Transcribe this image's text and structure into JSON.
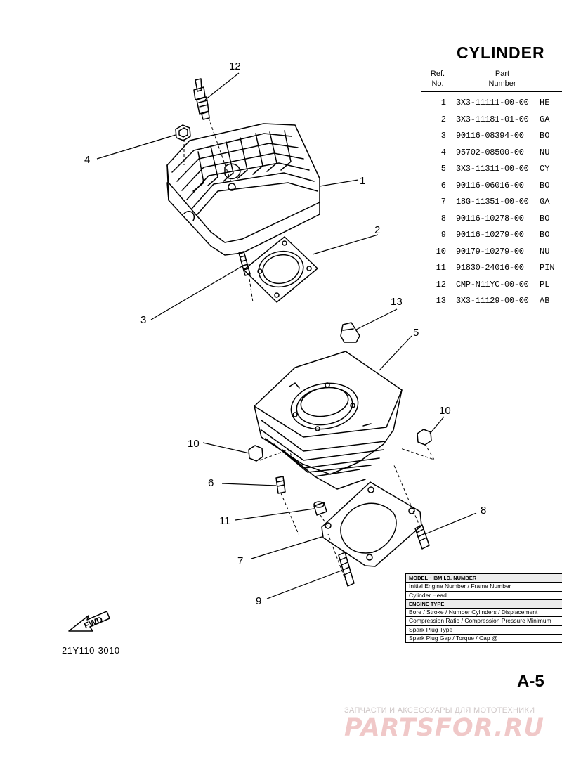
{
  "title": "CYLINDER",
  "table_header": {
    "ref_line1": "Ref.",
    "ref_line2": "No.",
    "part_line1": "Part",
    "part_line2": "Number"
  },
  "parts": [
    {
      "ref": "1",
      "part_number": "3X3-11111-00-00",
      "desc": "HE"
    },
    {
      "ref": "2",
      "part_number": "3X3-11181-01-00",
      "desc": "GA"
    },
    {
      "ref": "3",
      "part_number": "90116-08394-00",
      "desc": "BO"
    },
    {
      "ref": "4",
      "part_number": "95702-08500-00",
      "desc": "NU"
    },
    {
      "ref": "5",
      "part_number": "3X3-11311-00-00",
      "desc": "CY"
    },
    {
      "ref": "6",
      "part_number": "90116-06016-00",
      "desc": "BO"
    },
    {
      "ref": "7",
      "part_number": "18G-11351-00-00",
      "desc": "GA"
    },
    {
      "ref": "8",
      "part_number": "90116-10278-00",
      "desc": "BO"
    },
    {
      "ref": "9",
      "part_number": "90116-10279-00",
      "desc": "BO"
    },
    {
      "ref": "10",
      "part_number": "90179-10279-00",
      "desc": "NU"
    },
    {
      "ref": "11",
      "part_number": "91830-24016-00",
      "desc": "PIN"
    },
    {
      "ref": "12",
      "part_number": "CMP-N11YC-00-00",
      "desc": "PL"
    },
    {
      "ref": "13",
      "part_number": "3X3-11129-00-00",
      "desc": "AB"
    }
  ],
  "spec_table": [
    {
      "text": "MODEL · IBM I.D. NUMBER",
      "head": true
    },
    {
      "text": "Initial Engine Number / Frame Number",
      "head": false
    },
    {
      "text": "Cylinder Head",
      "head": false
    },
    {
      "text": "ENGINE TYPE",
      "head": true
    },
    {
      "text": "Bore / Stroke / Number Cylinders / Displacement",
      "head": false
    },
    {
      "text": "Compression Ratio / Compression Pressure Minimum",
      "head": false
    },
    {
      "text": "Spark Plug Type",
      "head": false
    },
    {
      "text": "Spark Plug Gap / Torque / Cap @",
      "head": false
    }
  ],
  "callouts": {
    "c1": "1",
    "c2": "2",
    "c3": "3",
    "c4": "4",
    "c5": "5",
    "c6": "6",
    "c7": "7",
    "c8": "8",
    "c9": "9",
    "c10a": "10",
    "c10b": "10",
    "c11": "11",
    "c12": "12",
    "c13": "13"
  },
  "fwd_label": "FWD",
  "drawing_code": "21Y110-3010",
  "page_number": "A-5",
  "watermark": {
    "caption": "ЗАПЧАСТИ И АКСЕССУАРЫ ДЛЯ МОТОТЕХНИКИ",
    "logo": "PARTSFOR.RU"
  }
}
